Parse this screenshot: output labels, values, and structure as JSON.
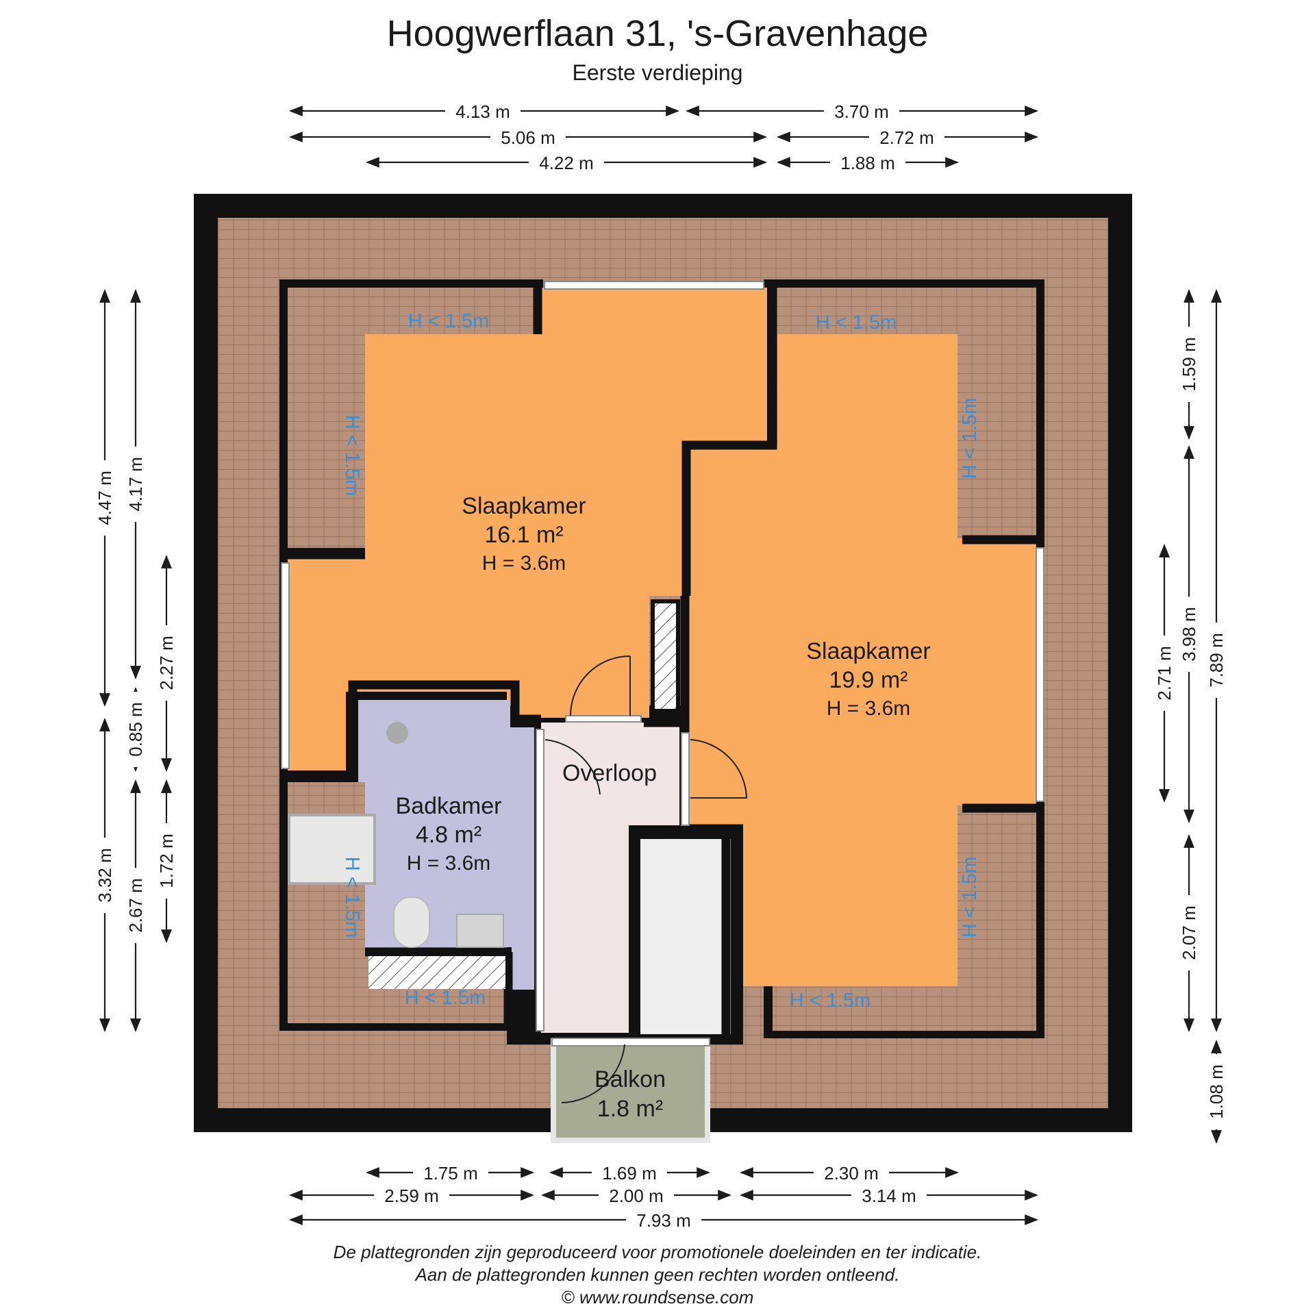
{
  "header": {
    "title": "Hoogwerflaan 31, 's-Gravenhage",
    "subtitle": "Eerste verdieping"
  },
  "rooms": [
    {
      "id": "slaapkamer-left",
      "name": "Slaapkamer",
      "area": "16.1 m²",
      "height": "H = 3.6m",
      "color": "#fbab5d"
    },
    {
      "id": "slaapkamer-right",
      "name": "Slaapkamer",
      "area": "19.9 m²",
      "height": "H = 3.6m",
      "color": "#fbab5d"
    },
    {
      "id": "badkamer",
      "name": "Badkamer",
      "area": "4.8 m²",
      "height": "H = 3.6m",
      "color": "#c2c0dc"
    },
    {
      "id": "overloop",
      "name": "Overloop",
      "area": "",
      "height": "",
      "color": "#f2e5e5"
    },
    {
      "id": "balkon",
      "name": "Balkon",
      "area": "1.8 m²",
      "height": "",
      "color": "#a8ab94"
    }
  ],
  "low_ceiling_label": "H < 1.5m",
  "dimensions": {
    "top_row1": [
      "4.13 m",
      "3.70 m"
    ],
    "top_row2": [
      "5.06 m",
      "2.72 m"
    ],
    "top_row3": [
      "4.22 m",
      "1.88 m"
    ],
    "bottom_row1": [
      "1.75 m",
      "1.69 m",
      "2.30 m"
    ],
    "bottom_row2": [
      "2.59 m",
      "2.00 m",
      "3.14 m"
    ],
    "bottom_row3": [
      "7.93 m"
    ],
    "left_col1": [
      "4.47 m",
      "3.32 m"
    ],
    "left_col2": [
      "4.17 m",
      "0.85 m",
      "2.67 m"
    ],
    "left_col3": [
      "2.27 m",
      "1.72 m"
    ],
    "right_col1": [
      "2.71 m"
    ],
    "right_col2": [
      "1.59 m",
      "3.98 m",
      "2.07 m"
    ],
    "right_col3": [
      "7.89 m",
      "1.08 m"
    ]
  },
  "colors": {
    "wall": "#111111",
    "roof": "#b8917a",
    "roof_line": "#9c7664",
    "bedroom": "#fbab5d",
    "bathroom": "#c2c0dc",
    "landing": "#f2e5e5",
    "balcony": "#a8ab94",
    "low_label": "#3b8fd6"
  },
  "footer": {
    "line1": "De plattegronden zijn geproduceerd voor promotionele doeleinden en ter indicatie.",
    "line2": "Aan de plattegronden kunnen geen rechten worden ontleend.",
    "line3": "© www.roundsense.com"
  }
}
